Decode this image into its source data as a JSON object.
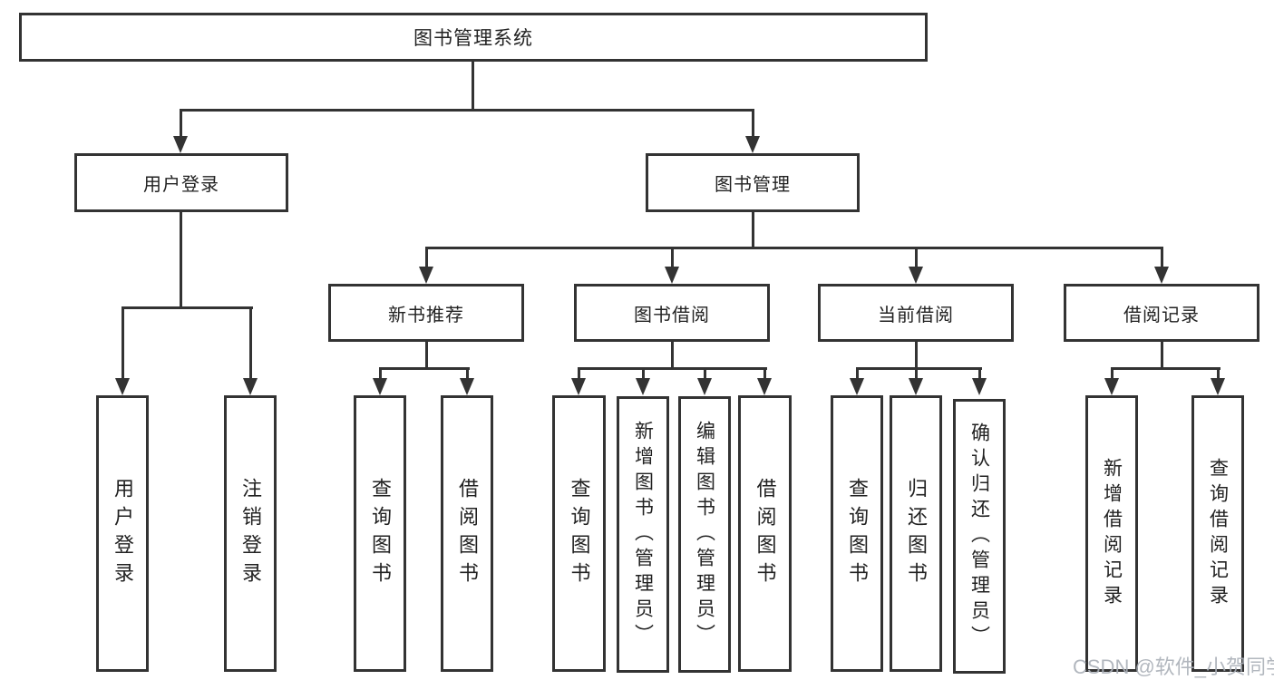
{
  "colors": {
    "line": "#333333",
    "box_border": "#333333",
    "text": "#222222",
    "background": "#ffffff",
    "watermark": "#aab0b8"
  },
  "root": {
    "label": "图书管理系统"
  },
  "level2": [
    {
      "id": "user-login",
      "label": "用户登录"
    },
    {
      "id": "book-management",
      "label": "图书管理"
    }
  ],
  "level3": [
    {
      "id": "new-book-recommend",
      "label": "新书推荐",
      "parent": "book-management"
    },
    {
      "id": "book-borrow",
      "label": "图书借阅",
      "parent": "book-management"
    },
    {
      "id": "current-borrow",
      "label": "当前借阅",
      "parent": "book-management"
    },
    {
      "id": "borrow-record",
      "label": "借阅记录",
      "parent": "book-management"
    }
  ],
  "level4": [
    {
      "label": "用户登录",
      "parent": "user-login"
    },
    {
      "label": "注销登录",
      "parent": "user-login"
    },
    {
      "label": "查询图书",
      "parent": "new-book-recommend"
    },
    {
      "label": "借阅图书",
      "parent": "new-book-recommend"
    },
    {
      "label": "查询图书",
      "parent": "book-borrow"
    },
    {
      "label": "新增图书（管理员）",
      "parent": "book-borrow"
    },
    {
      "label": "编辑图书（管理员）",
      "parent": "book-borrow"
    },
    {
      "label": "借阅图书",
      "parent": "book-borrow"
    },
    {
      "label": "查询图书",
      "parent": "current-borrow"
    },
    {
      "label": "归还图书",
      "parent": "current-borrow"
    },
    {
      "label": "确认归还（管理员）",
      "parent": "current-borrow"
    },
    {
      "label": "新增借阅记录",
      "parent": "borrow-record"
    },
    {
      "label": "查询借阅记录",
      "parent": "borrow-record"
    }
  ],
  "watermark": "CSDN @软件_小贺同学"
}
